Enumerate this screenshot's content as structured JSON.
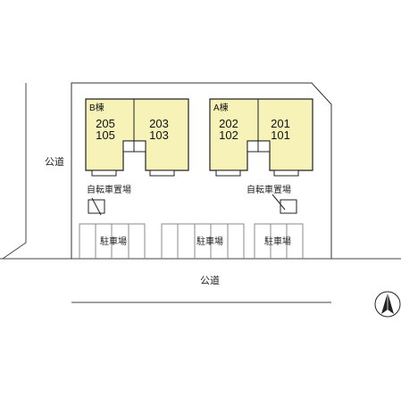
{
  "roads": {
    "west": "公道",
    "south": "公道"
  },
  "buildings": [
    {
      "name": "B棟",
      "units": [
        {
          "upper": "205",
          "lower": "105"
        },
        {
          "upper": "203",
          "lower": "103"
        }
      ]
    },
    {
      "name": "A棟",
      "units": [
        {
          "upper": "202",
          "lower": "102"
        },
        {
          "upper": "201",
          "lower": "101"
        }
      ]
    }
  ],
  "bicycle_parking": [
    "自転車置場",
    "自転車置場"
  ],
  "parking": [
    "駐車場",
    "駐車場",
    "駐車場"
  ],
  "colors": {
    "building_fill": "#f7f2b8",
    "outline": "#333333",
    "parking_line": "#888888"
  },
  "compass": {
    "icon": "north-arrow-icon"
  }
}
